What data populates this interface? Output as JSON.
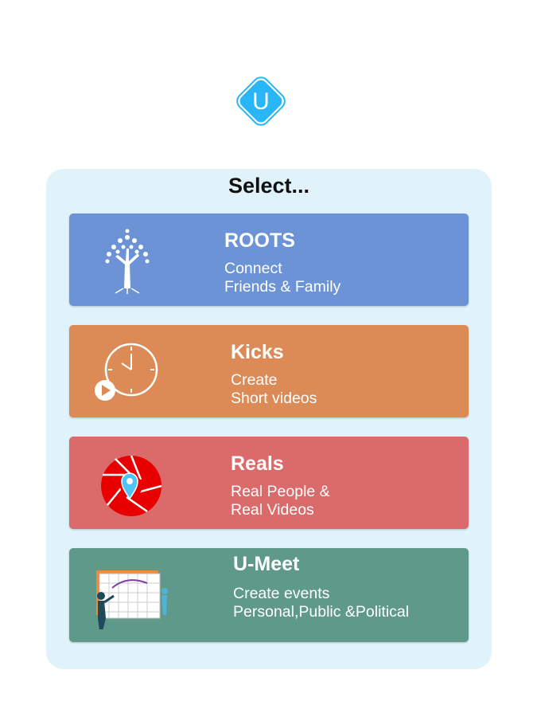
{
  "app": {
    "logo_letter": "U",
    "logo_color": "#29b6f6"
  },
  "dialog": {
    "title": "Select..."
  },
  "options": [
    {
      "name": "ROOTS",
      "line1": "Connect",
      "line2": "Friends & Family",
      "color": "#6c93d5",
      "icon": "tree-icon"
    },
    {
      "name": "Kicks",
      "line1": "Create",
      "line2": "Short videos",
      "color": "#dc8b56",
      "icon": "clock-play-icon"
    },
    {
      "name": "Reals",
      "line1": "Real People &",
      "line2": "Real Videos",
      "color": "#db6a6a",
      "icon": "camera-shutter-location-icon"
    },
    {
      "name": "U-Meet",
      "line1": "Create events",
      "line2": "Personal,Public &Political",
      "color": "#5f998a",
      "icon": "calendar-people-icon"
    }
  ]
}
